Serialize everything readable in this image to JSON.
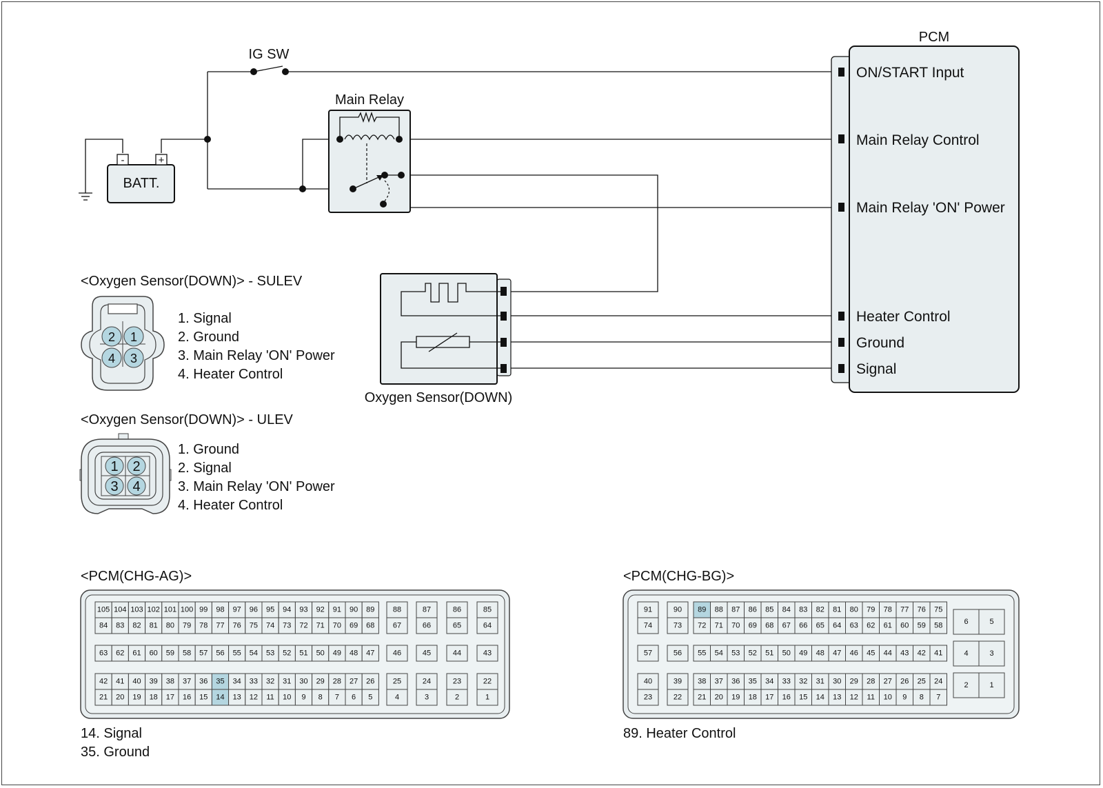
{
  "ig_switch": {
    "label": "IG SW"
  },
  "battery": {
    "label": "BATT.",
    "minus": "-",
    "plus": "+"
  },
  "main_relay": {
    "label": "Main Relay"
  },
  "pcm": {
    "title": "PCM",
    "terminals": {
      "on_start": "ON/START Input",
      "main_relay_control": "Main Relay Control",
      "main_relay_on_power": "Main Relay 'ON' Power",
      "heater_control": "Heater Control",
      "ground": "Ground",
      "signal": "Signal"
    }
  },
  "oxygen_sensor": {
    "label": "Oxygen Sensor(DOWN)"
  },
  "sulev": {
    "title": "<Oxygen Sensor(DOWN)> - SULEV",
    "pins": [
      "2",
      "1",
      "4",
      "3"
    ],
    "legend": [
      "1. Signal",
      "2. Ground",
      "3. Main Relay 'ON' Power",
      "4. Heater Control"
    ]
  },
  "ulev": {
    "title": "<Oxygen Sensor(DOWN)> - ULEV",
    "pins": [
      "1",
      "2",
      "3",
      "4"
    ],
    "legend": [
      "1. Ground",
      "2. Signal",
      "3. Main Relay 'ON' Power",
      "4. Heater Control"
    ]
  },
  "pcm_ag": {
    "title": "<PCM(CHG-AG)>",
    "highlight": [
      "14",
      "35"
    ],
    "row1": [
      "105",
      "104",
      "103",
      "102",
      "101",
      "100",
      "99",
      "98",
      "97",
      "96",
      "95",
      "94",
      "93",
      "92",
      "91",
      "90",
      "89"
    ],
    "row2": [
      "84",
      "83",
      "82",
      "81",
      "80",
      "79",
      "78",
      "77",
      "76",
      "75",
      "74",
      "73",
      "72",
      "71",
      "70",
      "69",
      "68"
    ],
    "row3": [
      "63",
      "62",
      "61",
      "60",
      "59",
      "58",
      "57",
      "56",
      "55",
      "54",
      "53",
      "52",
      "51",
      "50",
      "49",
      "48",
      "47"
    ],
    "row4": [
      "42",
      "41",
      "40",
      "39",
      "38",
      "37",
      "36",
      "35",
      "34",
      "33",
      "32",
      "31",
      "30",
      "29",
      "28",
      "27",
      "26"
    ],
    "row5": [
      "21",
      "20",
      "19",
      "18",
      "17",
      "16",
      "15",
      "14",
      "13",
      "12",
      "11",
      "10",
      "9",
      "8",
      "7",
      "6",
      "5"
    ],
    "side_cols": [
      [
        "88",
        "67",
        "46",
        "25",
        "4"
      ],
      [
        "87",
        "66",
        "45",
        "24",
        "3"
      ],
      [
        "86",
        "65",
        "44",
        "23",
        "2"
      ],
      [
        "85",
        "64",
        "43",
        "22",
        "1"
      ]
    ],
    "legend": [
      "14. Signal",
      "35. Ground"
    ]
  },
  "pcm_bg": {
    "title": "<PCM(CHG-BG)>",
    "highlight": [
      "89"
    ],
    "left_cols": [
      [
        "91",
        "74",
        "57",
        "40",
        "23"
      ],
      [
        "90",
        "73",
        "56",
        "39",
        "22"
      ]
    ],
    "row1": [
      "89",
      "88",
      "87",
      "86",
      "85",
      "84",
      "83",
      "82",
      "81",
      "80",
      "79",
      "78",
      "77",
      "76",
      "75"
    ],
    "row2": [
      "72",
      "71",
      "70",
      "69",
      "68",
      "67",
      "66",
      "65",
      "64",
      "63",
      "62",
      "61",
      "60",
      "59",
      "58"
    ],
    "row3": [
      "55",
      "54",
      "53",
      "52",
      "51",
      "50",
      "49",
      "48",
      "47",
      "46",
      "45",
      "44",
      "43",
      "42",
      "41"
    ],
    "row4": [
      "38",
      "37",
      "36",
      "35",
      "34",
      "33",
      "32",
      "31",
      "30",
      "29",
      "28",
      "27",
      "26",
      "25",
      "24"
    ],
    "row5": [
      "21",
      "20",
      "19",
      "18",
      "17",
      "16",
      "15",
      "14",
      "13",
      "12",
      "11",
      "10",
      "9",
      "8",
      "7"
    ],
    "right_block": [
      [
        "6",
        "5"
      ],
      [
        "4",
        "3"
      ],
      [
        "2",
        "1"
      ]
    ],
    "legend": [
      "89. Heater Control"
    ]
  }
}
